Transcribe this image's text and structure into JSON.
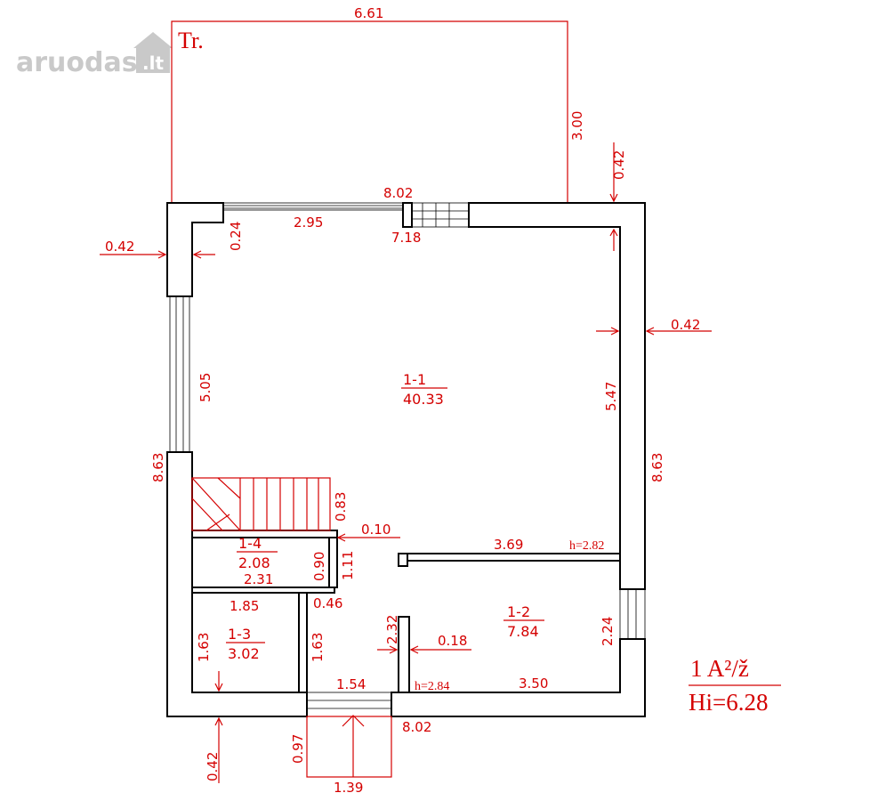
{
  "watermark": {
    "text": "aruodas",
    "suffix": ".lt"
  },
  "terrace_label": "Tr.",
  "rooms": [
    {
      "id": "1-1",
      "area": "40.33"
    },
    {
      "id": "1-2",
      "area": "7.84"
    },
    {
      "id": "1-3",
      "area": "3.02"
    },
    {
      "id": "1-4",
      "area": "2.08"
    }
  ],
  "dimensions": {
    "terrace_width": "6.61",
    "terrace_depth": "3.00",
    "top_wall_thk": "0.42",
    "left_wall_thk": "0.42",
    "right_wall_thk": "0.42",
    "bottom_wall_thk": "0.42",
    "outer_width_top": "8.02",
    "outer_width_bottom": "8.02",
    "inner_top_seg1": "2.95",
    "inner_top_seg2": "7.18",
    "left_pier": "0.24",
    "left_window": "5.05",
    "outer_height_left": "8.63",
    "outer_height_right": "8.63",
    "right_inner": "5.47",
    "stair_height": "0.83",
    "partition": "0.10",
    "r14_height": "0.90",
    "r14_side": "1.11",
    "r14_width": "2.31",
    "r13_width": "1.85",
    "r13_door": "0.46",
    "r13_height_left": "1.63",
    "r13_height_right": "1.63",
    "r12_width_top": "3.69",
    "r12_width_bottom": "3.50",
    "r12_height": "2.24",
    "corridor_height": "2.32",
    "corridor_wall": "0.18",
    "entrance_width": "1.54",
    "entrance_depth": "0.97",
    "entrance_step": "1.39",
    "ceiling_h1": "h=2.82",
    "ceiling_h2": "h=2.84"
  },
  "legend": {
    "line1": "1  A²/ž",
    "line2": "Hi=6.28"
  }
}
